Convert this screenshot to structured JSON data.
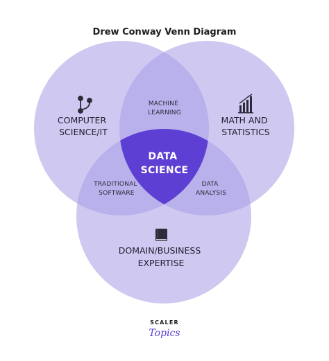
{
  "title": "Drew Conway Venn Diagram",
  "sets": {
    "computer_science": [
      "COMPUTER",
      "SCIENCE/IT"
    ],
    "math_statistics": [
      "MATH AND",
      "STATISTICS"
    ],
    "domain_expertise": [
      "DOMAIN/BUSINESS",
      "EXPERTISE"
    ]
  },
  "overlaps": {
    "machine_learning": [
      "MACHINE",
      "LEARNING"
    ],
    "traditional_software": [
      "TRADITIONAL",
      "SOFTWARE"
    ],
    "data_analysis": [
      "DATA",
      "ANALYSIS"
    ]
  },
  "center": [
    "DATA",
    "SCIENCE"
  ],
  "icons": {
    "computer_science": "git-branch-icon",
    "math_statistics": "bar-chart-icon",
    "domain_expertise": "book-icon"
  },
  "colors": {
    "circle_fill": "#a79de6",
    "pair_overlap": "#8477c9",
    "center_fill": "#5d3fd3",
    "icon": "#2b2b3a"
  },
  "brand": {
    "top": "SCALER",
    "script": "Topics"
  }
}
